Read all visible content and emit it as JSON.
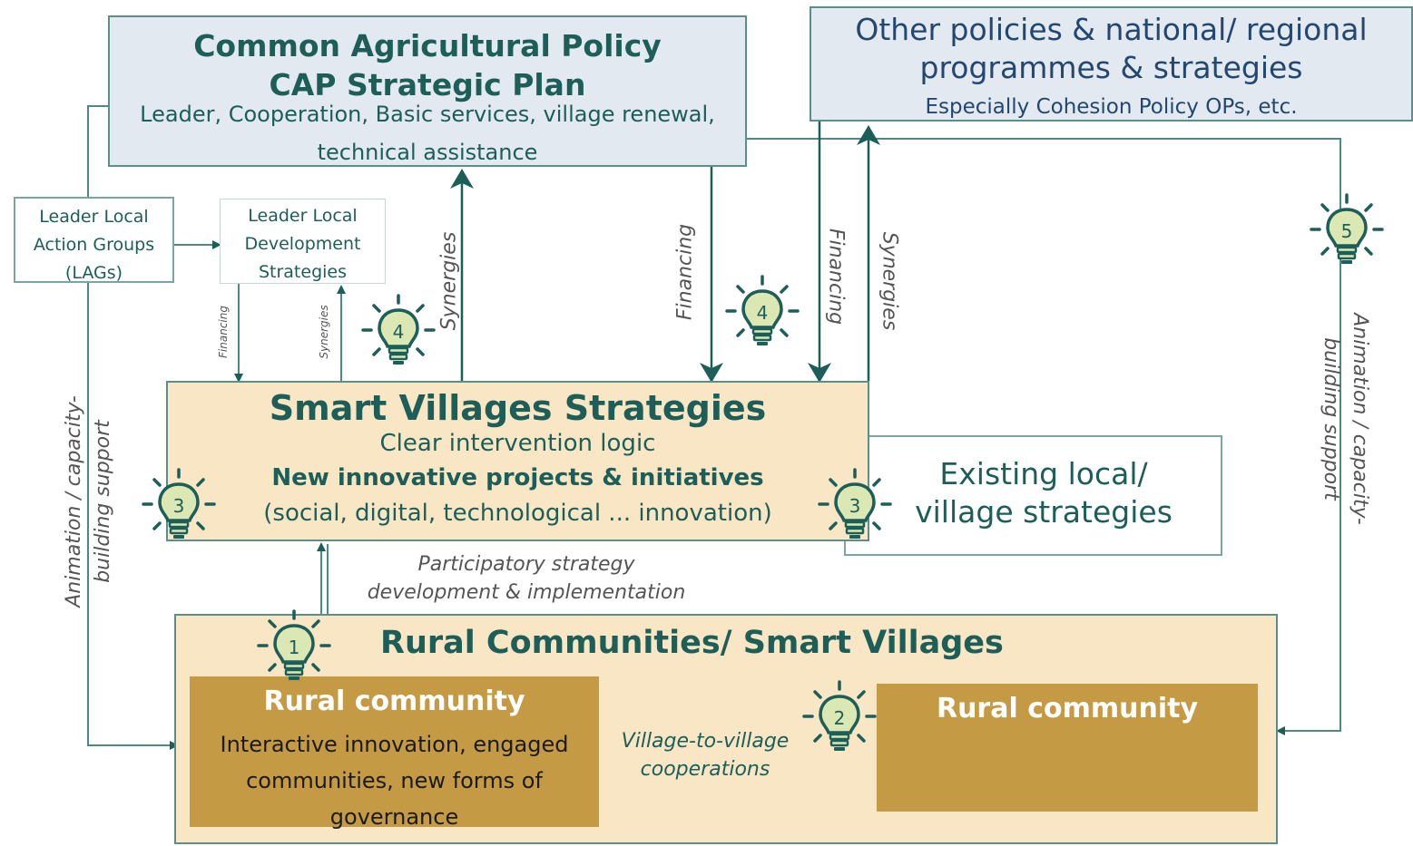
{
  "cap": {
    "title1": "Common Agricultural Policy",
    "title2": "CAP Strategic Plan",
    "sub1": "Leader, Cooperation, Basic services, village renewal,",
    "sub2": "technical assistance"
  },
  "other": {
    "title1": "Other policies & national/ regional",
    "title2": "programmes & strategies",
    "sub": "Especially Cohesion Policy OPs, etc."
  },
  "lag": {
    "l1": "Leader Local",
    "l2": "Action Groups",
    "l3": "(LAGs)"
  },
  "lds": {
    "l1": "Leader Local",
    "l2": "Development",
    "l3": "Strategies"
  },
  "svs": {
    "title": "Smart Villages Strategies",
    "l1": "Clear intervention logic",
    "l2": "New innovative projects & initiatives",
    "l3": "(social, digital, technological ... innovation)"
  },
  "existing": {
    "l1": "Existing local/",
    "l2": "village strategies"
  },
  "rural": {
    "title": "Rural Communities/ Smart Villages",
    "c1_title": "Rural community",
    "c1_l1": "Interactive innovation, engaged",
    "c1_l2": "communities, new forms of",
    "c1_l3": "governance",
    "c2_title": "Rural community"
  },
  "labels": {
    "financing": "Financing",
    "synergies": "Synergies",
    "participatory1": "Participatory strategy",
    "participatory2": "development & implementation",
    "v2v1": "Village-to-village",
    "v2v2": "cooperations",
    "anim1": "Animation / capacity-",
    "anim2": "building support"
  },
  "bulbs": [
    "1",
    "2",
    "3",
    "3",
    "4",
    "4",
    "5"
  ],
  "colors": {
    "teal": "#1d5e58",
    "blue_box": "#e3e9f0",
    "cream_box": "#f8e6c5",
    "brown_box": "#c49a45"
  }
}
